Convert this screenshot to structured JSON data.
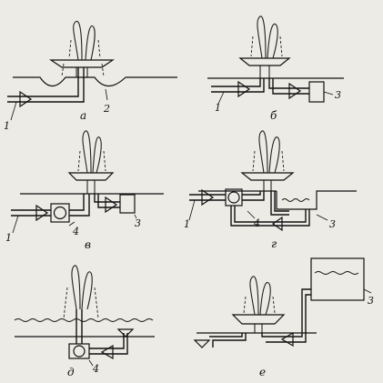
{
  "panels": [
    {
      "id": "a",
      "caption": "а",
      "labels": [
        "1",
        "2"
      ]
    },
    {
      "id": "b",
      "caption": "б",
      "labels": [
        "1",
        "3"
      ]
    },
    {
      "id": "v",
      "caption": "в",
      "labels": [
        "1",
        "4",
        "3"
      ]
    },
    {
      "id": "g",
      "caption": "г",
      "labels": [
        "1",
        "4",
        "3"
      ]
    },
    {
      "id": "d",
      "caption": "д",
      "labels": [
        "4"
      ]
    },
    {
      "id": "e",
      "caption": "е",
      "labels": [
        "3"
      ]
    }
  ],
  "colors": {
    "ink": "#111111",
    "paper": "#ecebe6"
  }
}
